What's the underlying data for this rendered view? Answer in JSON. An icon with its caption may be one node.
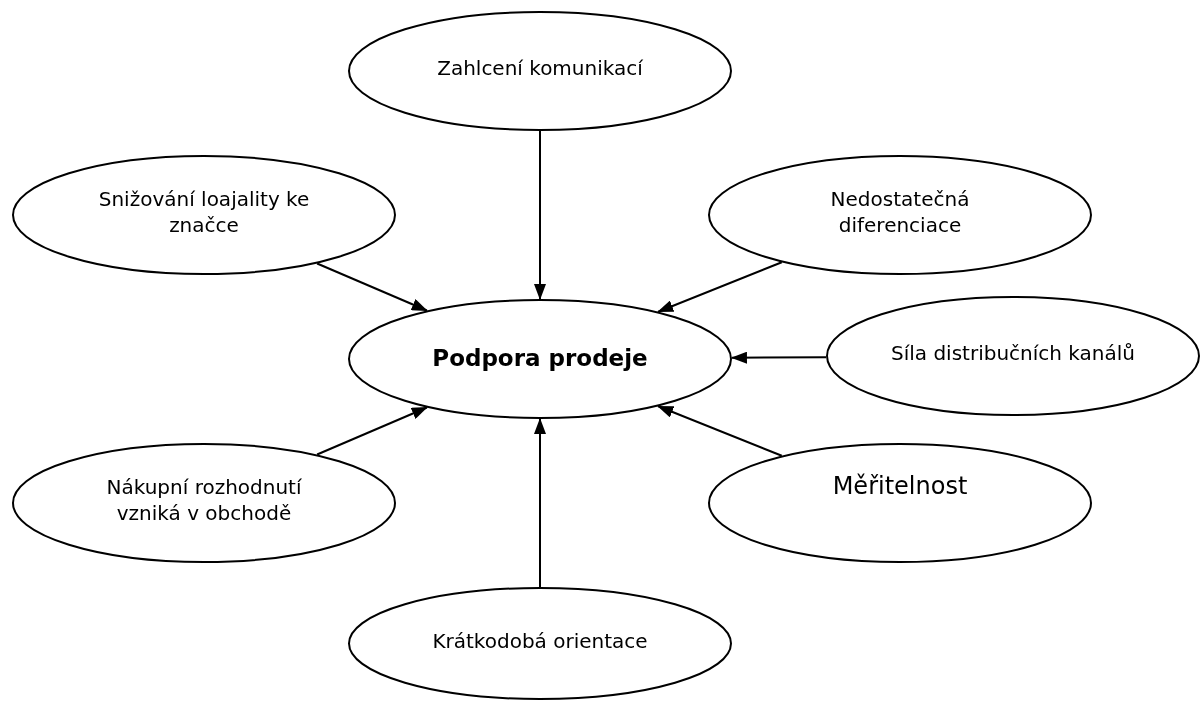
{
  "diagram": {
    "nodes": [
      {
        "text": [
          "Zahlcení komunikací"
        ]
      },
      {
        "text": [
          "Snižování loajality ke značce"
        ]
      },
      {
        "text": [
          "Nedostatečná diferenciace"
        ]
      },
      {
        "text": [
          "Podpora prodeje"
        ]
      },
      {
        "text": [
          "Síla distribučních kanálů"
        ]
      },
      {
        "text": [
          "Nákupní rozhodnutí vzniká v obchodě"
        ]
      },
      {
        "text": [
          "Měřitelnost"
        ]
      },
      {
        "text": [
          "Krátkodobá orientace"
        ]
      }
    ],
    "edges": [
      {
        "from": 0,
        "to": 3,
        "arrow": "to"
      },
      {
        "from": 1,
        "to": 3,
        "arrow": "to"
      },
      {
        "from": 2,
        "to": 3,
        "arrow": "to"
      },
      {
        "from": 4,
        "to": 3,
        "arrow": "to"
      },
      {
        "from": 5,
        "to": 3,
        "arrow": "to"
      },
      {
        "from": 6,
        "to": 3,
        "arrow": "to"
      },
      {
        "from": 7,
        "to": 3,
        "arrow": "to"
      }
    ]
  }
}
